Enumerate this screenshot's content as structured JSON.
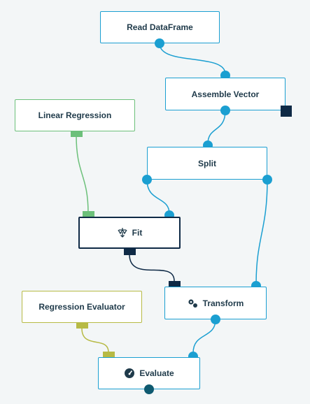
{
  "nodes": {
    "read": {
      "label": "Read DataFrame"
    },
    "assemble": {
      "label": "Assemble Vector"
    },
    "linreg": {
      "label": "Linear Regression"
    },
    "split": {
      "label": "Split"
    },
    "fit": {
      "label": "Fit",
      "icon": "fit-icon"
    },
    "regeval": {
      "label": "Regression Evaluator"
    },
    "transform": {
      "label": "Transform",
      "icon": "transform-icon"
    },
    "evaluate": {
      "label": "Evaluate",
      "icon": "gauge-icon"
    }
  },
  "colors": {
    "dataflow": "#1b9fd1",
    "model": "#0f2a46",
    "estimator": "#6cc07a",
    "evaluator": "#b7ba45"
  }
}
